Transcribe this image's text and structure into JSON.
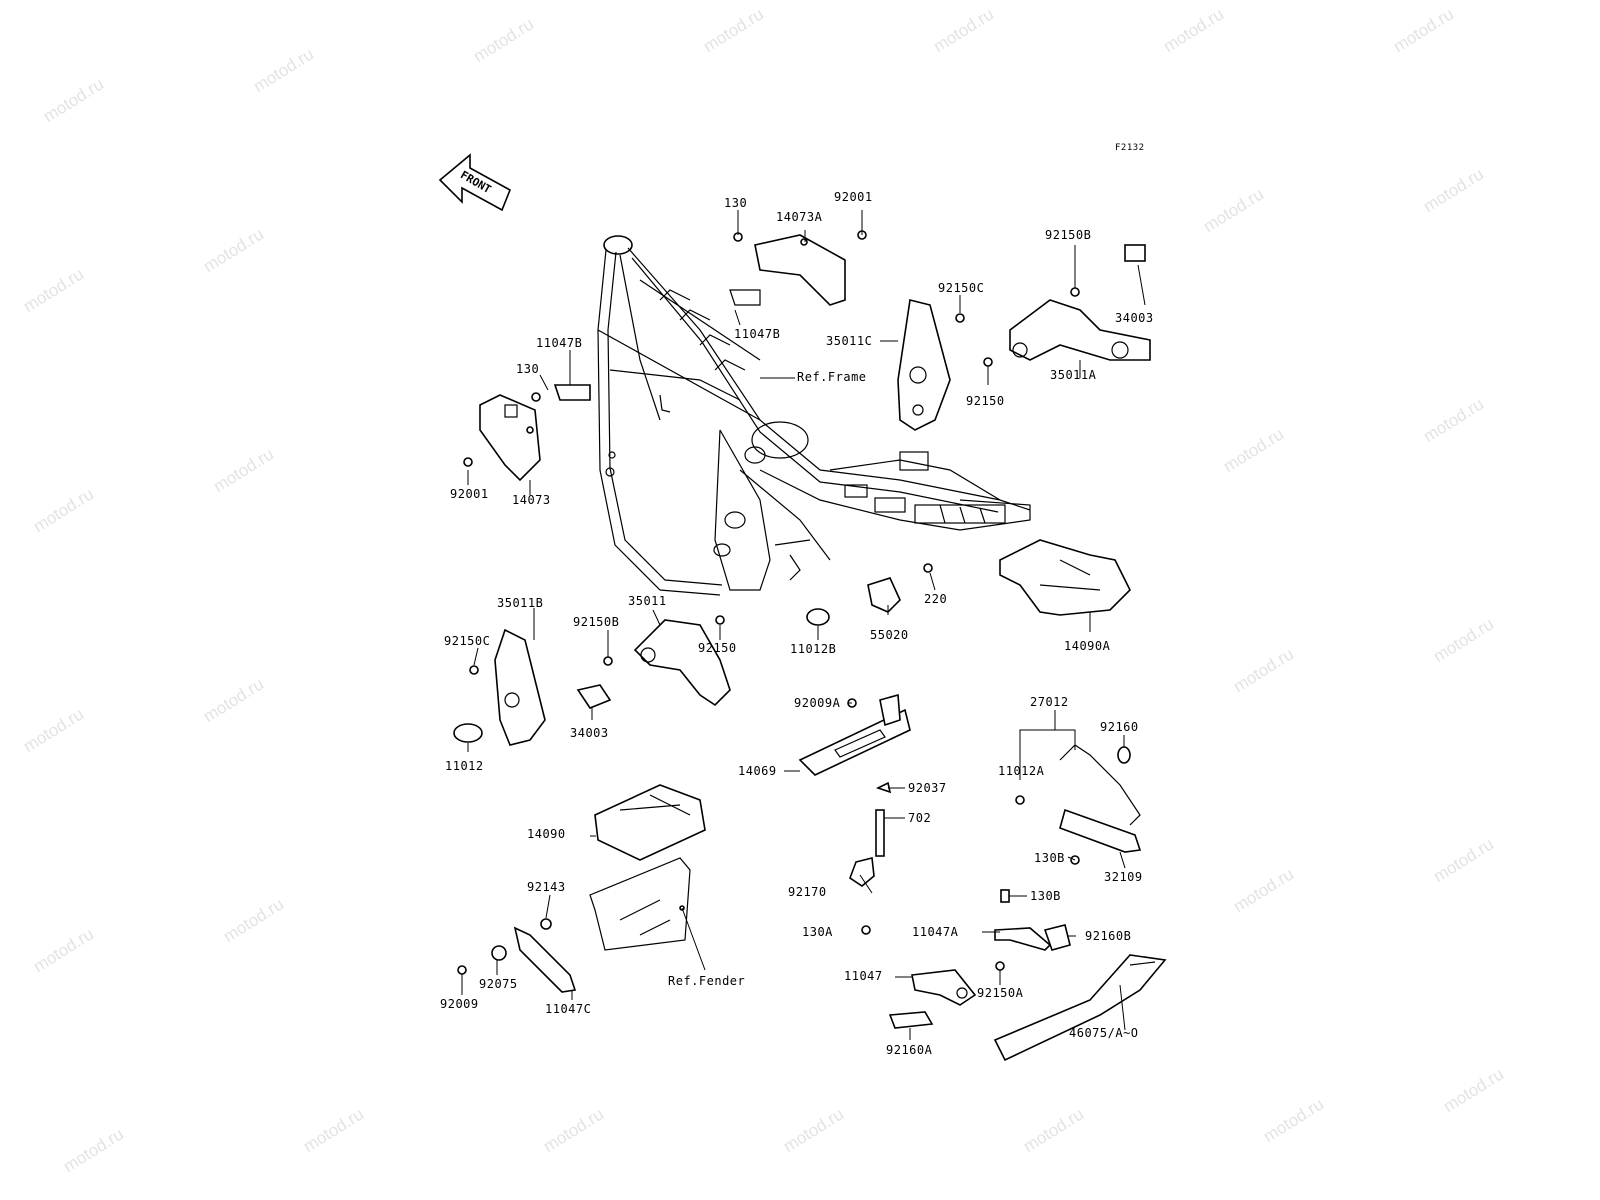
{
  "figure_id": "F2132",
  "front_arrow": "FRONT",
  "watermark": "motod.ru",
  "labels": {
    "l130": "130",
    "l92001": "92001",
    "l14073A": "14073A",
    "l11047B_top": "11047B",
    "l11047B_left": "11047B",
    "l130_left": "130",
    "l92001_left": "92001",
    "l14073": "14073",
    "lRefFrame": "Ref.Frame",
    "l35011C": "35011C",
    "l92150C_top": "92150C",
    "l92150B_top": "92150B",
    "l34003_right": "34003",
    "l35011A": "35011A",
    "l92150_right": "92150",
    "l35011B": "35011B",
    "l92150C_left": "92150C",
    "l92150B_mid": "92150B",
    "l35011": "35011",
    "l92150_mid": "92150",
    "l11012B": "11012B",
    "l55020": "55020",
    "l220": "220",
    "l14090A": "14090A",
    "l34003_left": "34003",
    "l11012": "11012",
    "l92009A": "92009A",
    "l14069": "14069",
    "l92037": "92037",
    "l702": "702",
    "l27012": "27012",
    "l92160": "92160",
    "l11012A": "11012A",
    "l130B_a": "130B",
    "l32109": "32109",
    "l14090": "14090",
    "l92143": "92143",
    "lRefFender": "Ref.Fender",
    "l92170": "92170",
    "l130A": "130A",
    "l130B_b": "130B",
    "l11047A": "11047A",
    "l92160B": "92160B",
    "l11047": "11047",
    "l92150A": "92150A",
    "l92160A": "92160A",
    "l46075": "46075/A~O",
    "l92009": "92009",
    "l92075": "92075",
    "l11047C": "11047C"
  }
}
